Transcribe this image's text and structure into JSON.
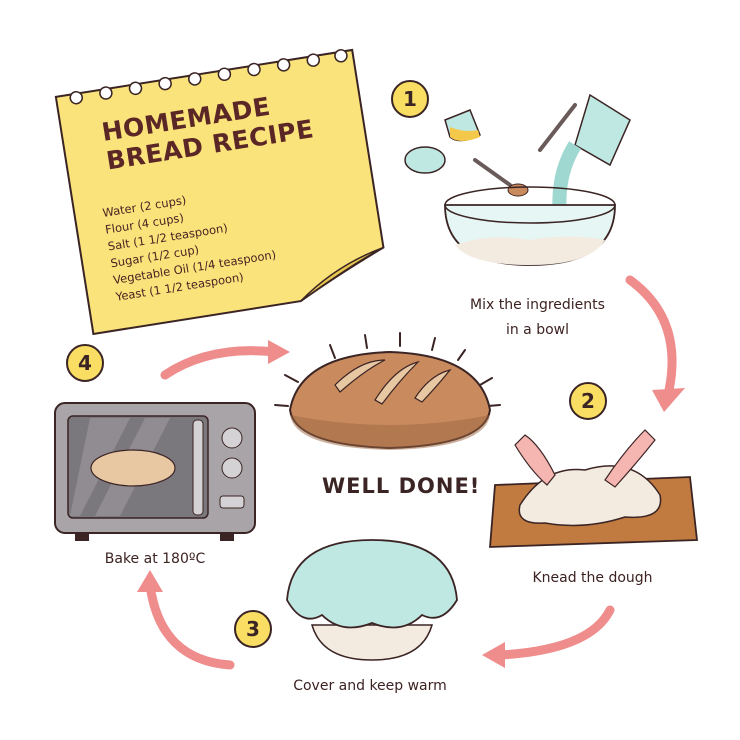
{
  "recipe_card": {
    "title_line1": "HOMEMADE",
    "title_line2": "BREAD RECIPE",
    "ingredients": [
      "Water (2 cups)",
      "Flour (4 cups)",
      "Salt (1 1/2 teaspoon)",
      "Sugar (1/2 cup)",
      "Vegetable Oil (1/4 teaspoon)",
      "Yeast (1 1/2 teaspoon)"
    ]
  },
  "steps": [
    {
      "number": "1",
      "label_line1": "Mix the ingredients",
      "label_line2": "in a bowl"
    },
    {
      "number": "2",
      "label": "Knead the dough"
    },
    {
      "number": "3",
      "label": "Cover and keep warm"
    },
    {
      "number": "4",
      "label": "Bake at 180ºC"
    }
  ],
  "center_label": "WELL DONE!",
  "colors": {
    "note": "#f9e37a",
    "badge": "#f9de63",
    "arrow": "#ef8c8c",
    "bread": "#c98a5e",
    "cloth": "#bfe8e2",
    "outline": "#3b2424"
  }
}
